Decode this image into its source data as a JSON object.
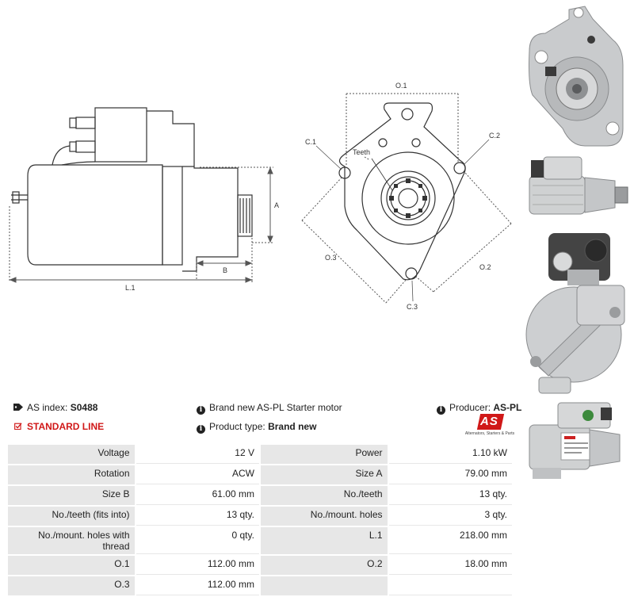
{
  "drawing": {
    "side_labels": {
      "a": "A",
      "b": "B",
      "l1": "L.1"
    },
    "front_labels": {
      "o1": "O.1",
      "o2": "O.2",
      "o3": "O.3",
      "c1": "C.1",
      "c2": "C.2",
      "c3": "C.3",
      "teeth": "Teeth"
    }
  },
  "info": {
    "as_index_label": "AS index:",
    "as_index_value": "S0488",
    "line": "STANDARD LINE",
    "description": "Brand new AS-PL Starter motor",
    "product_type_label": "Product type:",
    "product_type_value": "Brand new",
    "producer_label": "Producer:",
    "producer_value": "AS-PL"
  },
  "logo": {
    "mark": "AS",
    "tagline": "Alternators, Starters & Parts"
  },
  "specs": [
    {
      "l1": "Voltage",
      "v1": "12 V",
      "l2": "Power",
      "v2": "1.10 kW"
    },
    {
      "l1": "Rotation",
      "v1": "ACW",
      "l2": "Size A",
      "v2": "79.00 mm"
    },
    {
      "l1": "Size B",
      "v1": "61.00 mm",
      "l2": "No./teeth",
      "v2": "13 qty."
    },
    {
      "l1": "No./teeth (fits into)",
      "v1": "13 qty.",
      "l2": "No./mount. holes",
      "v2": "3 qty."
    },
    {
      "l1": "No./mount. holes with thread",
      "v1": "0 qty.",
      "l2": "L.1",
      "v2": "218.00 mm"
    },
    {
      "l1": "O.1",
      "v1": "112.00 mm",
      "l2": "O.2",
      "v2": "18.00 mm"
    },
    {
      "l1": "O.3",
      "v1": "112.00 mm",
      "l2": "",
      "v2": ""
    }
  ],
  "colors": {
    "accent": "#d01818",
    "label_bg": "#e7e7e7"
  }
}
